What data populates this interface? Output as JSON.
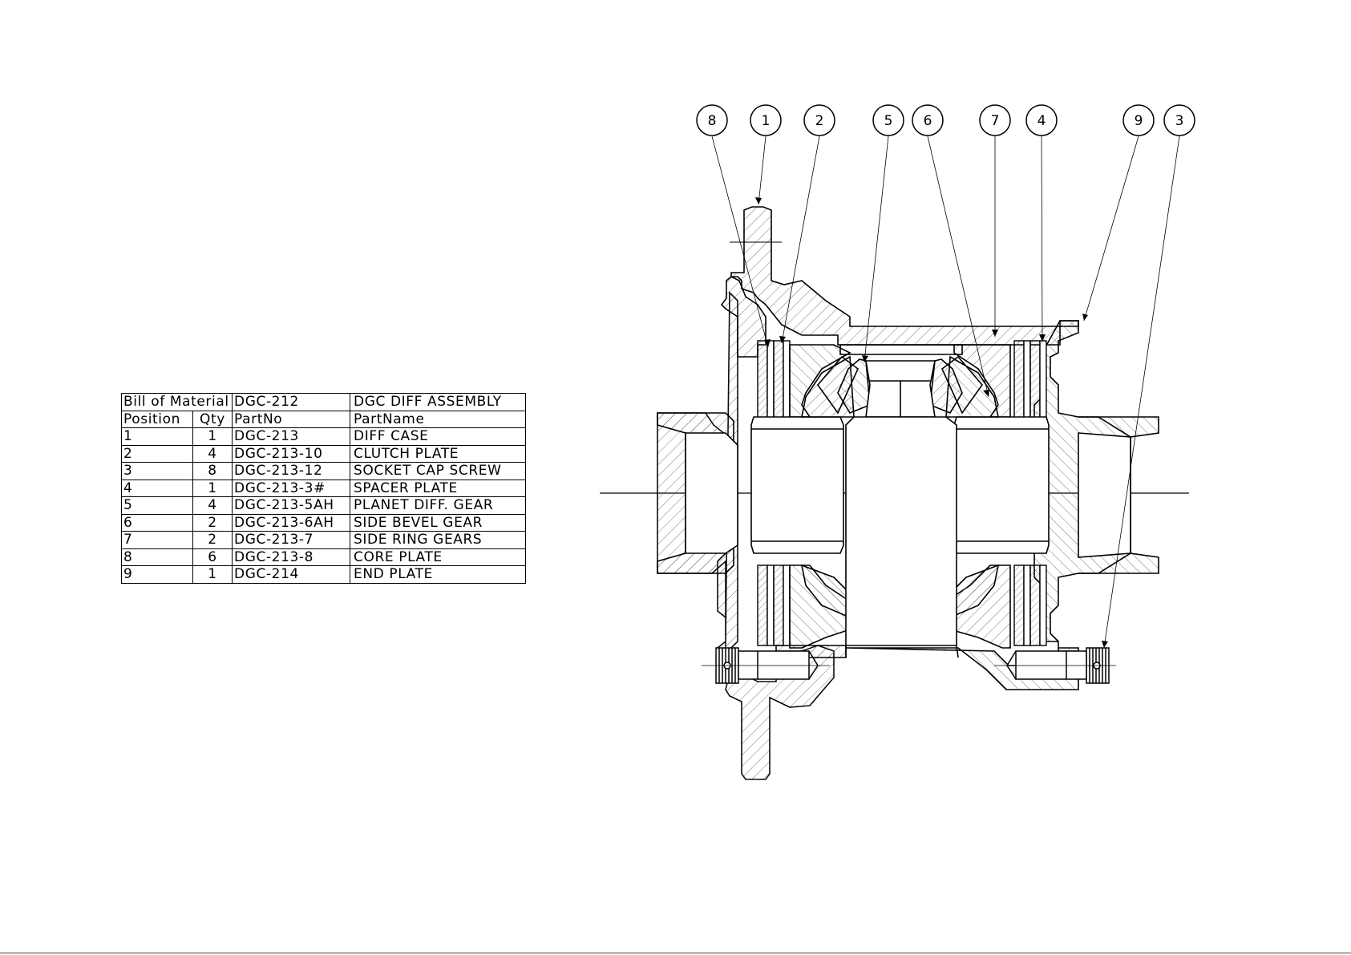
{
  "bom": {
    "header": {
      "title": "Bill of Material",
      "assembly_no": "DGC-212",
      "assembly_name": "DGC DIFF ASSEMBLY"
    },
    "columns": [
      "Position",
      "Qty",
      "PartNo",
      "PartName"
    ],
    "rows": [
      {
        "pos": "1",
        "qty": "1",
        "part_no": "DGC-213",
        "name": "DIFF CASE"
      },
      {
        "pos": "2",
        "qty": "4",
        "part_no": "DGC-213-10",
        "name": "CLUTCH PLATE"
      },
      {
        "pos": "3",
        "qty": "8",
        "part_no": "DGC-213-12",
        "name": "SOCKET CAP SCREW"
      },
      {
        "pos": "4",
        "qty": "1",
        "part_no": "DGC-213-3#",
        "name": "SPACER PLATE"
      },
      {
        "pos": "5",
        "qty": "4",
        "part_no": "DGC-213-5AH",
        "name": "PLANET DIFF. GEAR"
      },
      {
        "pos": "6",
        "qty": "2",
        "part_no": "DGC-213-6AH",
        "name": "SIDE BEVEL GEAR"
      },
      {
        "pos": "7",
        "qty": "2",
        "part_no": "DGC-213-7",
        "name": "SIDE RING GEARS"
      },
      {
        "pos": "8",
        "qty": "6",
        "part_no": "DGC-213-8",
        "name": "CORE PLATE"
      },
      {
        "pos": "9",
        "qty": "1",
        "part_no": "DGC-214",
        "name": "END PLATE"
      }
    ]
  },
  "balloons": [
    "8",
    "1",
    "2",
    "5",
    "6",
    "7",
    "4",
    "9",
    "3"
  ],
  "colors": {
    "line": "#000000",
    "hatch": "#555555",
    "background": "#ffffff"
  }
}
